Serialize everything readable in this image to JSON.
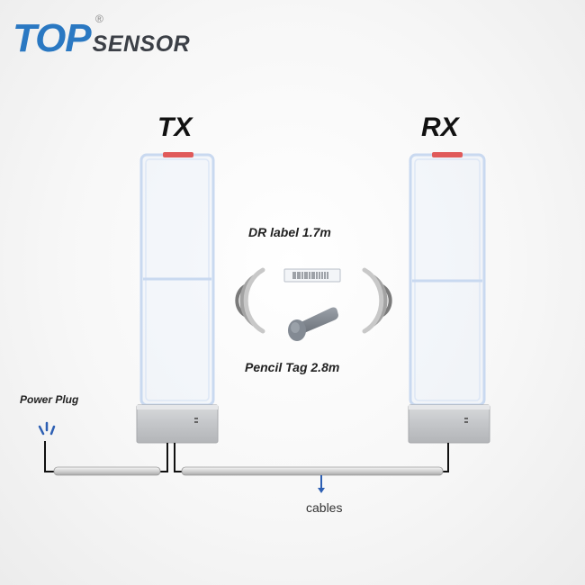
{
  "brand": {
    "top": "TOP",
    "sensor": "SENSOR",
    "reg": "®"
  },
  "antennas": {
    "tx": "TX",
    "rx": "RX"
  },
  "tags": {
    "dr_label": "DR label 1.7m",
    "pencil_tag": "Pencil Tag 2.8m"
  },
  "power_plug": "Power Plug",
  "cables": "cables",
  "colors": {
    "brand_blue": "#2a78c2",
    "accent_red": "#e05a5a",
    "cable_arrow": "#2d5fb3"
  }
}
